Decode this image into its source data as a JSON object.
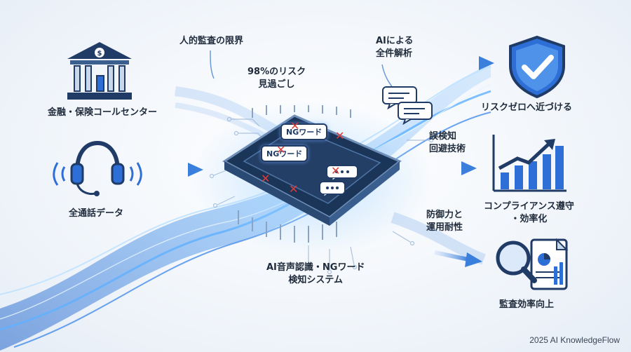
{
  "labels": {
    "finance_callcenter": "金融・保険コールセンター",
    "all_call_data": "全通話データ",
    "human_audit_limit": "人的監査の限界",
    "miss_rate": "98%のリスク\n見過ごし",
    "ai_full_analysis": "AIによる\n全件解析",
    "false_detection": "誤検知\n回避技術",
    "defense_operation": "防御力と\n運用耐性",
    "ai_system": "AI音声認識・NGワード\n検知システム",
    "risk_zero": "リスクゼロへ近づける",
    "compliance": "コンプライアンス遵守\n・効率化",
    "audit_efficiency": "監査効率向上"
  },
  "bubbles": {
    "ng1": "NGワード",
    "ng2": "NGワード"
  },
  "footer": "2025 AI KnowledgeFlow",
  "colors": {
    "navy": "#1f3b66",
    "accent": "#2d6fd6",
    "red": "#e53935"
  }
}
